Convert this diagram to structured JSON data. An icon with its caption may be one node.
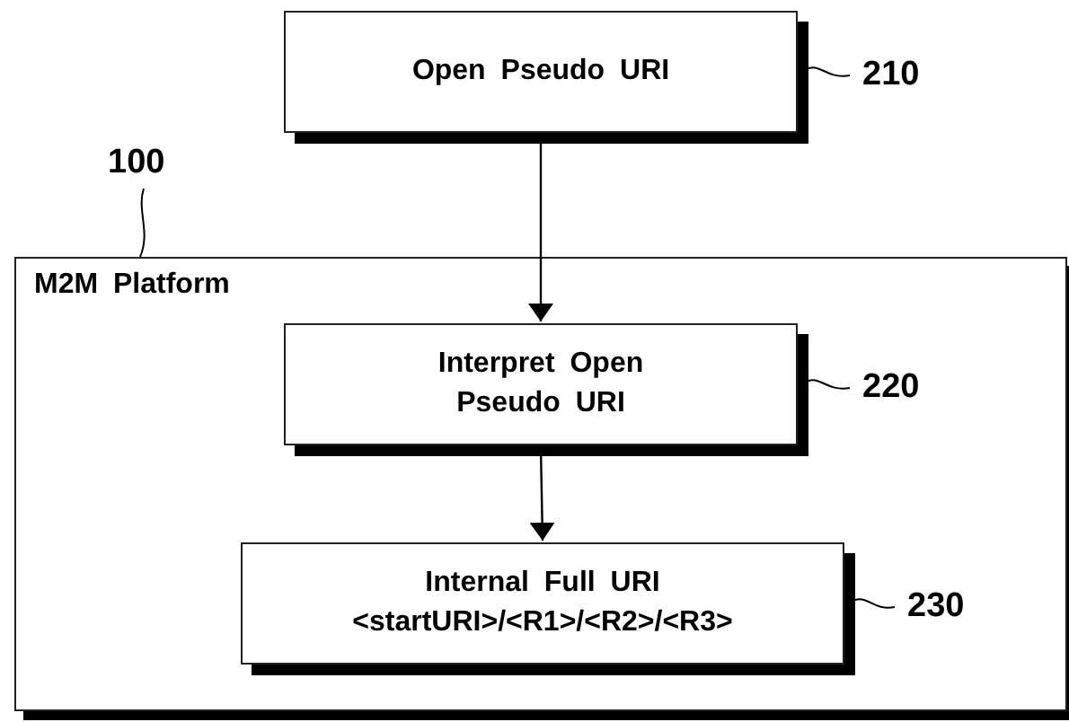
{
  "diagram": {
    "nodes": [
      {
        "text": [
          "Open Pseudo URI"
        ]
      },
      {
        "text": [
          "210"
        ]
      },
      {
        "text": [
          "M2M Platform"
        ]
      },
      {
        "text": [
          "100"
        ]
      },
      {
        "text": [
          "Interpret Open Pseudo URI"
        ],
        "in": 2
      },
      {
        "text": [
          "220"
        ],
        "in": 2
      },
      {
        "text": [
          "Internal Full URI",
          "<startURI>/<R1>/<R2>/<R3>"
        ],
        "in": 2
      },
      {
        "text": [
          "230"
        ],
        "in": 2
      }
    ],
    "edges": [
      {
        "from": 0,
        "to": 4,
        "arrow": "to"
      },
      {
        "from": 4,
        "to": 6,
        "arrow": "to"
      },
      {
        "from": 1,
        "to": 0,
        "arrow": "none"
      },
      {
        "from": 3,
        "to": 2,
        "arrow": "none"
      },
      {
        "from": 5,
        "to": 4,
        "arrow": "none"
      },
      {
        "from": 7,
        "to": 6,
        "arrow": "none"
      }
    ]
  }
}
